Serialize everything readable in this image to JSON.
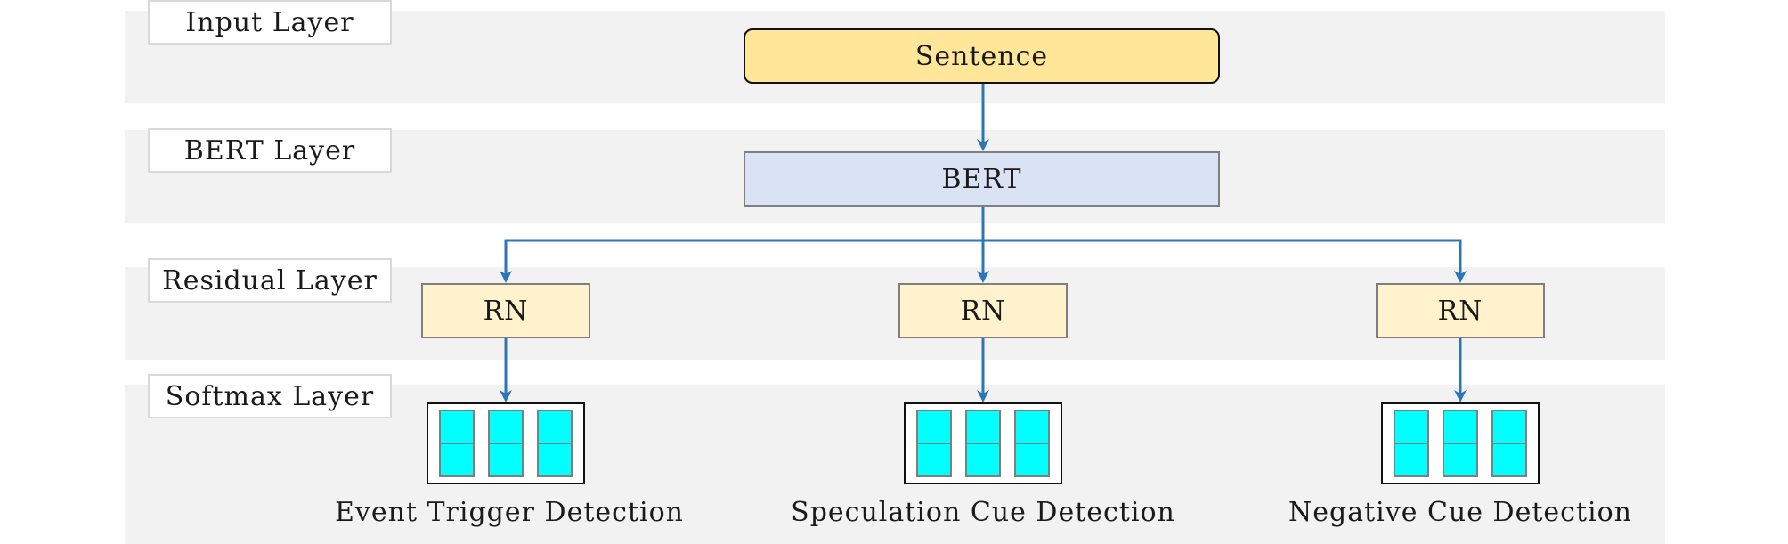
{
  "layers": [
    {
      "label": "Input Layer"
    },
    {
      "label": "BERT Layer"
    },
    {
      "label": "Residual Layer"
    },
    {
      "label": "Softmax Layer"
    }
  ],
  "nodes": {
    "sentence": "Sentence",
    "bert": "BERT",
    "rn": [
      "RN",
      "RN",
      "RN"
    ]
  },
  "tasks": [
    "Event Trigger Detection",
    "Speculation Cue Detection",
    "Negative Cue Detection"
  ],
  "colors": {
    "band": "#f2f2f2",
    "sentence_fill": "#ffe699",
    "bert_fill": "#dae3f3",
    "rn_fill": "#fff2cc",
    "softmax_cell": "#00ffff",
    "arrow": "#2e75b6"
  }
}
